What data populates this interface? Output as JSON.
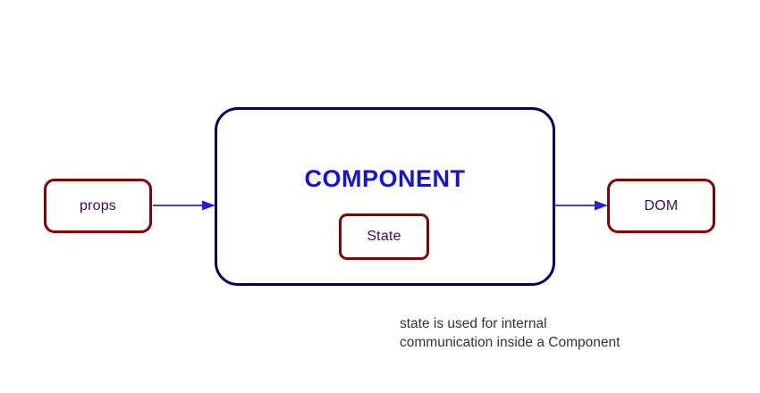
{
  "diagram": {
    "title_text": "COMPONENT",
    "nodes": {
      "props": {
        "label": "props"
      },
      "component": {
        "label": "COMPONENT"
      },
      "state": {
        "label": "State"
      },
      "dom": {
        "label": "DOM"
      }
    },
    "arrows": [
      {
        "name": "props-to-component",
        "from": "props",
        "to": "component",
        "label": ""
      },
      {
        "name": "component-to-dom",
        "from": "component",
        "to": "dom",
        "label": ""
      }
    ],
    "caption": {
      "line1": "state is used for internal",
      "line2": "communication inside a Component"
    },
    "colors": {
      "box_red": "#8B0000",
      "box_navy": "#000066",
      "title_blue": "#1414D2",
      "arrow_blue": "#4040E0",
      "label_purple": "#3B0B5E",
      "caption_gray": "#333333",
      "background": "#ffffff"
    }
  }
}
